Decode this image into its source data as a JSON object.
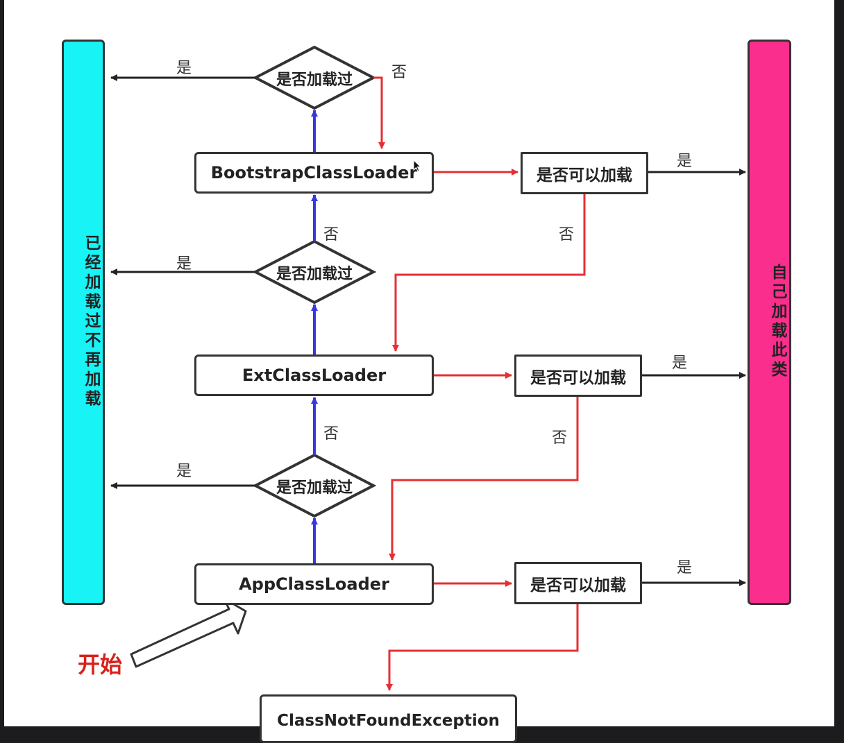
{
  "colors": {
    "left_bar": "#18f3f6",
    "right_bar": "#fa2e8c",
    "red_edge": "#e52f33",
    "blue_edge": "#3737e0",
    "black_edge": "#222222",
    "start": "#d8211b"
  },
  "left_bar": {
    "label": "已经加载过不再加载"
  },
  "right_bar": {
    "label": "自己加载此类"
  },
  "loaders": {
    "bootstrap": "BootstrapClassLoader",
    "ext": "ExtClassLoader",
    "app": "AppClassLoader"
  },
  "decisions": {
    "loaded_check": "是否加载过",
    "can_load_check": "是否可以加载"
  },
  "edge_labels": {
    "yes": "是",
    "no": "否"
  },
  "start_label": "开始",
  "exception_box": "ClassNotFoundException"
}
